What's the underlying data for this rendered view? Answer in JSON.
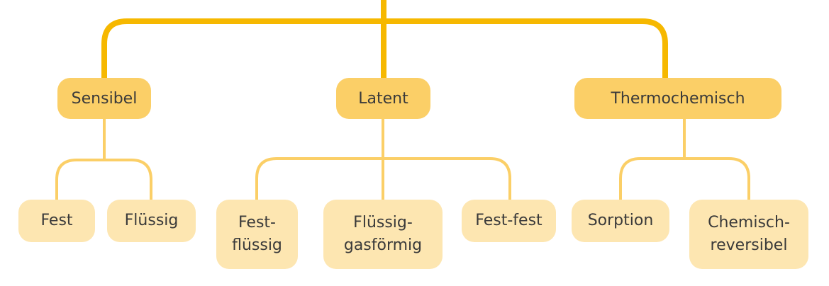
{
  "colors": {
    "trunk": "#f6b800",
    "level1_fill": "#fbcf67",
    "level1_line": "#fbcf67",
    "level2_fill": "#fde6b1",
    "text": "#3a3a3a"
  },
  "diagram": {
    "categories": [
      {
        "label": "Sensibel",
        "children": [
          {
            "label": "Fest"
          },
          {
            "label": "Flüssig"
          }
        ]
      },
      {
        "label": "Latent",
        "children": [
          {
            "label": "Fest-\nflüssig"
          },
          {
            "label": "Flüssig-\ngasförmig"
          },
          {
            "label": "Fest-fest"
          }
        ]
      },
      {
        "label": "Thermochemisch",
        "children": [
          {
            "label": "Sorption"
          },
          {
            "label": "Chemisch-\nreversibel"
          }
        ]
      }
    ]
  }
}
